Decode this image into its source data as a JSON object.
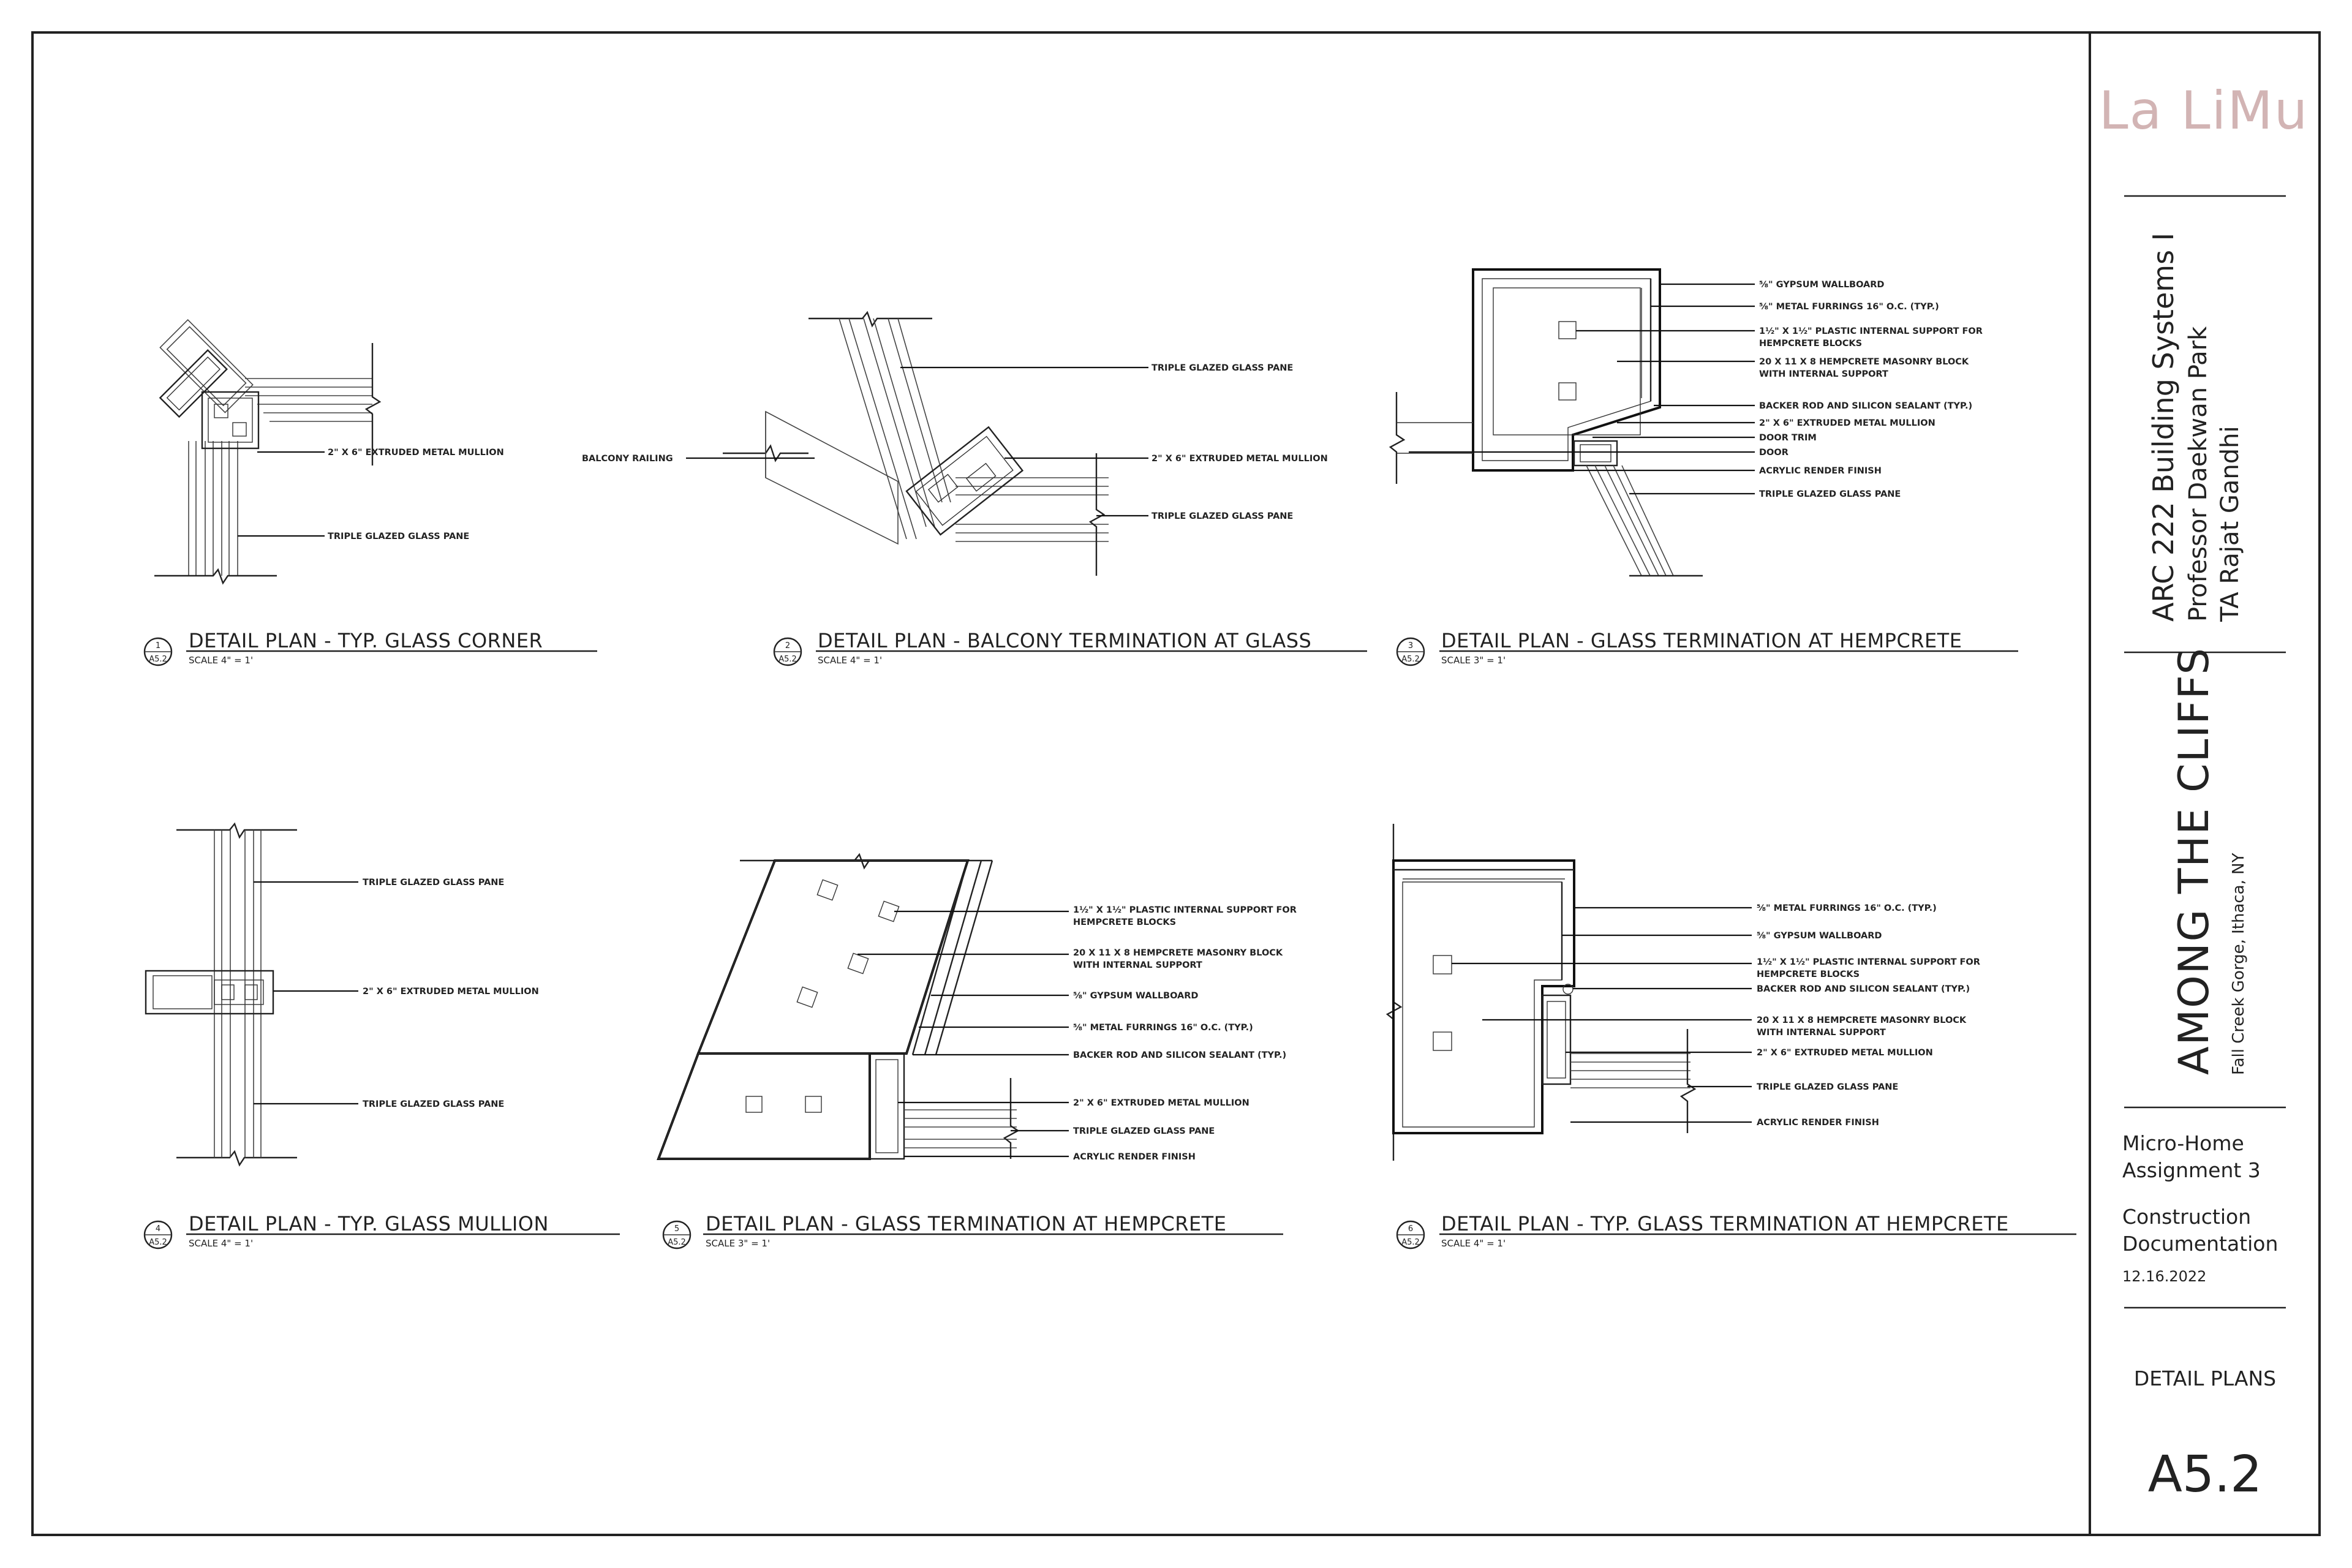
{
  "title_block": {
    "firm": "La LiMu",
    "course": "ARC 222 Building Systems I",
    "professor": "Professor Daekwan Park",
    "ta": "TA Rajat Gandhi",
    "project_title": "AMONG THE CLIFFS",
    "location": "Fall Creek Gorge, Ithaca, NY",
    "project_line1": "Micro-Home",
    "project_line2": "Assignment 3",
    "phase_line1": "Construction",
    "phase_line2": "Documentation",
    "date": "12.16.2022",
    "sheet_title": "DETAIL PLANS",
    "sheet_number": "A5.2"
  },
  "colors": {
    "accent": "#d2b4b4",
    "ink": "#222222"
  },
  "details": [
    {
      "number": "1",
      "sheet": "A5.2",
      "title": "DETAIL PLAN - TYP. GLASS CORNER",
      "scale": "SCALE 4\" = 1'",
      "labels": [
        "2\" X 6\" EXTRUDED METAL MULLION",
        "TRIPLE GLAZED GLASS PANE"
      ]
    },
    {
      "number": "2",
      "sheet": "A5.2",
      "title": "DETAIL PLAN - BALCONY TERMINATION AT GLASS",
      "scale": "SCALE 4\" = 1'",
      "labels": [
        "TRIPLE GLAZED GLASS PANE",
        "BALCONY RAILING",
        "2\" X 6\" EXTRUDED METAL MULLION",
        "TRIPLE GLAZED GLASS PANE"
      ]
    },
    {
      "number": "3",
      "sheet": "A5.2",
      "title": "DETAIL PLAN - GLASS TERMINATION AT HEMPCRETE",
      "scale": "SCALE 3\" = 1'",
      "labels": [
        "⅝\" GYPSUM WALLBOARD",
        "⅝\"  METAL FURRINGS 16\" O.C. (TYP.)",
        "1½\" X  1½\" PLASTIC INTERNAL SUPPORT FOR",
        "HEMPCRETE BLOCKS",
        "20 X 11 X 8 HEMPCRETE MASONRY BLOCK",
        "WITH INTERNAL SUPPORT",
        "BACKER ROD AND SILICON SEALANT (TYP.)",
        "2\" X 6\" EXTRUDED METAL MULLION",
        "DOOR TRIM",
        "DOOR",
        "ACRYLIC RENDER FINISH",
        "TRIPLE GLAZED GLASS PANE"
      ]
    },
    {
      "number": "4",
      "sheet": "A5.2",
      "title": "DETAIL PLAN - TYP. GLASS MULLION",
      "scale": "SCALE 4\" = 1'",
      "labels": [
        "TRIPLE GLAZED GLASS PANE",
        "2\" X 6\" EXTRUDED METAL MULLION",
        "TRIPLE GLAZED GLASS PANE"
      ]
    },
    {
      "number": "5",
      "sheet": "A5.2",
      "title": "DETAIL PLAN - GLASS TERMINATION AT HEMPCRETE",
      "scale": "SCALE 3\" = 1'",
      "labels": [
        "1½\" X  1½\" PLASTIC INTERNAL SUPPORT FOR",
        "HEMPCRETE BLOCKS",
        "20 X 11 X 8 HEMPCRETE MASONRY BLOCK",
        "WITH INTERNAL SUPPORT",
        "⅝\" GYPSUM WALLBOARD",
        "⅝\"  METAL FURRINGS 16\" O.C. (TYP.)",
        "BACKER ROD AND SILICON SEALANT (TYP.)",
        "2\" X 6\" EXTRUDED METAL MULLION",
        "TRIPLE GLAZED GLASS PANE",
        "ACRYLIC RENDER FINISH"
      ]
    },
    {
      "number": "6",
      "sheet": "A5.2",
      "title": "DETAIL PLAN - TYP. GLASS TERMINATION AT HEMPCRETE",
      "scale": "SCALE 4\" = 1'",
      "labels": [
        "⅝\"  METAL FURRINGS 16\" O.C. (TYP.)",
        "⅝\" GYPSUM WALLBOARD",
        "1½\" X  1½\" PLASTIC INTERNAL SUPPORT FOR",
        "HEMPCRETE BLOCKS",
        "BACKER ROD AND SILICON SEALANT (TYP.)",
        "20 X 11 X 8 HEMPCRETE MASONRY BLOCK",
        "WITH INTERNAL SUPPORT",
        "2\" X 6\" EXTRUDED METAL MULLION",
        "TRIPLE GLAZED GLASS PANE",
        "ACRYLIC RENDER FINISH"
      ]
    }
  ]
}
